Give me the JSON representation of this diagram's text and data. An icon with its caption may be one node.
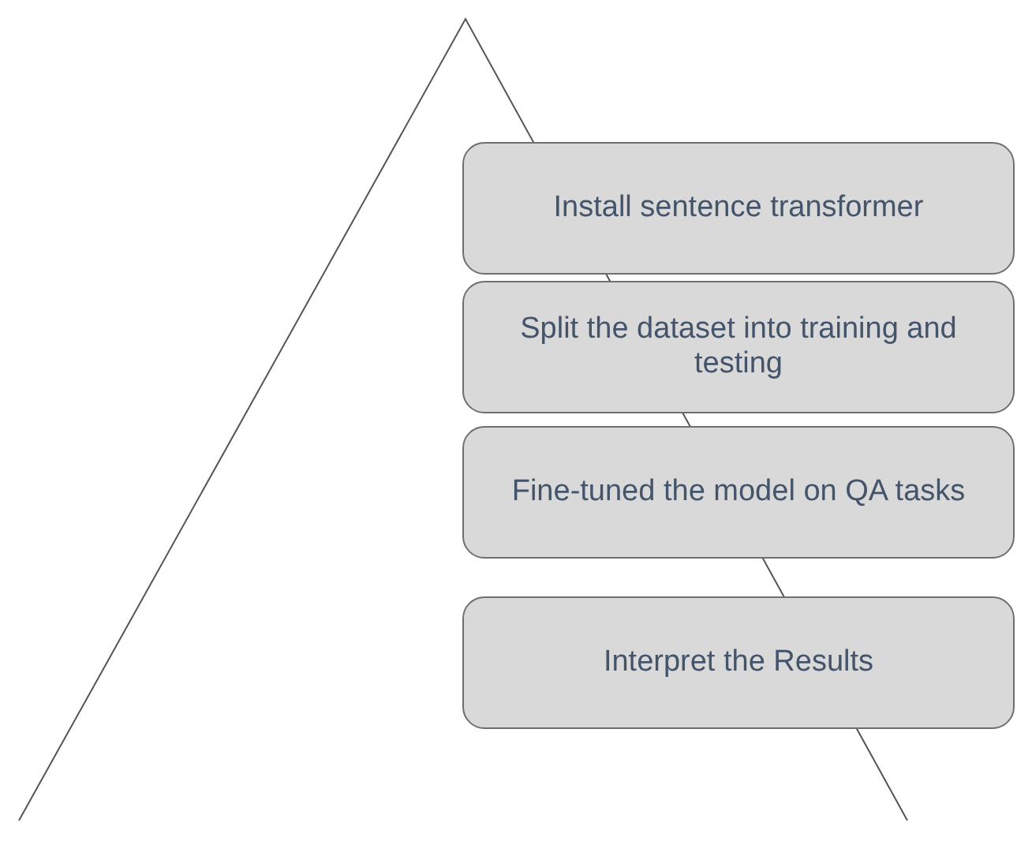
{
  "diagram": {
    "nodes": [
      {
        "text": [
          "Install sentence transformer"
        ]
      },
      {
        "text": [
          "Split the dataset into training and testing"
        ]
      },
      {
        "text": [
          "Fine-tuned the model on QA tasks"
        ]
      },
      {
        "text": [
          "Interpret the Results"
        ]
      }
    ]
  }
}
